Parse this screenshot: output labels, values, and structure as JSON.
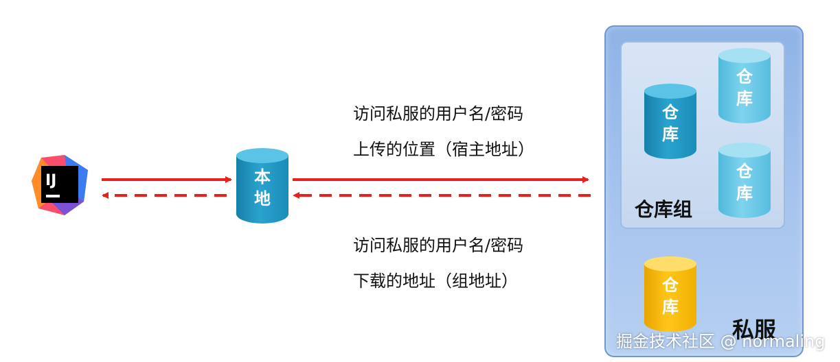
{
  "nodes": {
    "local_repo": {
      "line1": "本",
      "line2": "地"
    },
    "group_repo_a": {
      "line1": "仓",
      "line2": "库"
    },
    "group_repo_b": {
      "line1": "仓",
      "line2": "库"
    },
    "group_repo_c": {
      "line1": "仓",
      "line2": "库"
    },
    "standalone_repo": {
      "line1": "仓",
      "line2": "库"
    }
  },
  "labels": {
    "group": "仓库组",
    "server": "私服"
  },
  "upload_note": {
    "line1": "访问私服的用户名/密码",
    "line2": "上传的位置（宿主地址）"
  },
  "download_note": {
    "line1": "访问私服的用户名/密码",
    "line2": "下载的地址（组地址）"
  },
  "watermark": "掘金技术社区 @ normaling",
  "colors": {
    "arrow": "#e8221b",
    "server_fill": "#a9c6ef",
    "group_fill": "#cfdef3",
    "repo_blue": "#1f96c4",
    "repo_light_blue": "#6ccbea",
    "repo_yellow": "#fdbb0f"
  },
  "icons": {
    "ide": "intellij-idea-icon"
  }
}
